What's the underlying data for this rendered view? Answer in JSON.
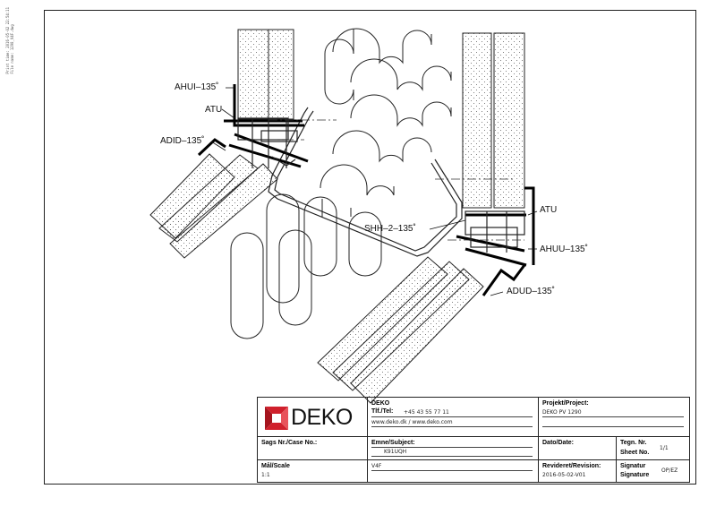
{
  "side_text": {
    "line1": "Print time: 2016-05-02 22:54:11",
    "line2": "File name: 1290_V4F.dwg"
  },
  "labels": {
    "ahui": "AHUI–135˚",
    "atu_left": "ATU",
    "adid": "ADID–135˚",
    "shh": "SHH–2–135˚",
    "atu_right": "ATU",
    "ahuu": "AHUU–135˚",
    "adud": "ADUD–135˚"
  },
  "title_block": {
    "logo_text": "DEKO",
    "company": {
      "name": "DEKO",
      "phone_label": "Tlf./Tel:",
      "phone": "+45 43 55 77 11",
      "web": "www.deko.dk / www.deko.com"
    },
    "project": {
      "label": "Projekt/Project:",
      "value": "DEKO PV 1290"
    },
    "case": {
      "label": "Sags Nr./Case No.:",
      "value": ""
    },
    "subject": {
      "label": "Emne/Subject:",
      "value": "K91UQH"
    },
    "date": {
      "label": "Dato/Date:",
      "value": ""
    },
    "drawing_no": {
      "label1": "Tegn. Nr.",
      "label2": "Sheet No.",
      "value": "1/1"
    },
    "scale": {
      "label": "Mål/Scale",
      "value": "1:1"
    },
    "code": {
      "value": "V4F"
    },
    "revision": {
      "label": "Revideret/Revision:",
      "value": "2016-05-02-V01"
    },
    "signature": {
      "label1": "Signatur",
      "label2": "Signature",
      "value": "OP/EZ"
    }
  },
  "colors": {
    "logo_red": "#d0202c",
    "ink": "#111111"
  }
}
